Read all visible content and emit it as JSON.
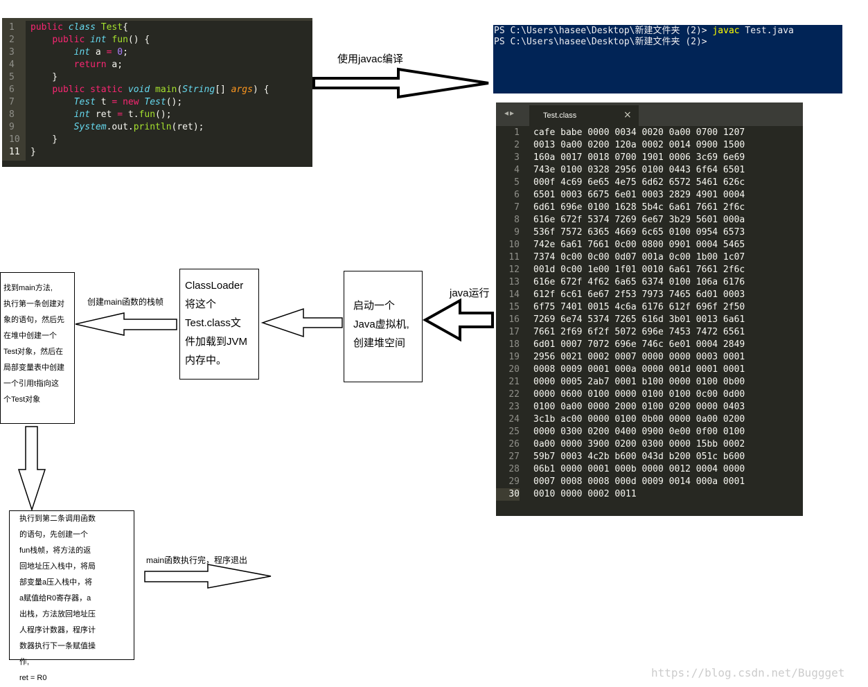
{
  "code": {
    "lines": [
      {
        "n": "1",
        "html": "<span class=\"kw\">public</span> <span class=\"ty\">class</span> <span class=\"fn\">Test</span>{"
      },
      {
        "n": "2",
        "html": "    <span class=\"kw\">public</span> <span class=\"ty\">int</span> <span class=\"fn\">fun</span>() {"
      },
      {
        "n": "3",
        "html": "        <span class=\"ty\">int</span> a <span class=\"kw\">=</span> <span class=\"num\">0</span>;"
      },
      {
        "n": "4",
        "html": "        <span class=\"kw\">return</span> a;"
      },
      {
        "n": "5",
        "html": "    }"
      },
      {
        "n": "6",
        "html": "    <span class=\"kw\">public</span> <span class=\"kw\">static</span> <span class=\"ty\">void</span> <span class=\"fn\">main</span>(<span class=\"ty\">String</span>[] <span class=\"arg\">args</span>) {"
      },
      {
        "n": "7",
        "html": "        <span class=\"ty\">Test</span> t <span class=\"kw\">=</span> <span class=\"kw\">new</span> <span class=\"ty\">Test</span>();"
      },
      {
        "n": "8",
        "html": "        <span class=\"ty\">int</span> ret <span class=\"kw\">=</span> t.<span class=\"fn\">fun</span>();"
      },
      {
        "n": "9",
        "html": "        <span class=\"ty\">System</span>.out.<span class=\"fn\">println</span>(ret);"
      },
      {
        "n": "10",
        "html": "    }"
      },
      {
        "n": "11",
        "html": "}"
      }
    ],
    "current_line": "11"
  },
  "powershell": {
    "line1_prompt": "PS C:\\Users\\hasee\\Desktop\\新建文件夹 (2)> ",
    "line1_cmd": "javac",
    "line1_arg": " Test.java",
    "line2_prompt": "PS C:\\Users\\hasee\\Desktop\\新建文件夹 (2)>"
  },
  "hex_editor": {
    "tab_title": "Test.class",
    "tab_close": "×",
    "nav_arrows": "◂▸",
    "current_line": "30",
    "rows": [
      "cafe babe 0000 0034 0020 0a00 0700 1207",
      "0013 0a00 0200 120a 0002 0014 0900 1500",
      "160a 0017 0018 0700 1901 0006 3c69 6e69",
      "743e 0100 0328 2956 0100 0443 6f64 6501",
      "000f 4c69 6e65 4e75 6d62 6572 5461 626c",
      "6501 0003 6675 6e01 0003 2829 4901 0004",
      "6d61 696e 0100 1628 5b4c 6a61 7661 2f6c",
      "616e 672f 5374 7269 6e67 3b29 5601 000a",
      "536f 7572 6365 4669 6c65 0100 0954 6573",
      "742e 6a61 7661 0c00 0800 0901 0004 5465",
      "7374 0c00 0c00 0d07 001a 0c00 1b00 1c07",
      "001d 0c00 1e00 1f01 0010 6a61 7661 2f6c",
      "616e 672f 4f62 6a65 6374 0100 106a 6176",
      "612f 6c61 6e67 2f53 7973 7465 6d01 0003",
      "6f75 7401 0015 4c6a 6176 612f 696f 2f50",
      "7269 6e74 5374 7265 616d 3b01 0013 6a61",
      "7661 2f69 6f2f 5072 696e 7453 7472 6561",
      "6d01 0007 7072 696e 746c 6e01 0004 2849",
      "2956 0021 0002 0007 0000 0000 0003 0001",
      "0008 0009 0001 000a 0000 001d 0001 0001",
      "0000 0005 2ab7 0001 b100 0000 0100 0b00",
      "0000 0600 0100 0000 0100 0100 0c00 0d00",
      "0100 0a00 0000 2000 0100 0200 0000 0403",
      "3c1b ac00 0000 0100 0b00 0000 0a00 0200",
      "0000 0300 0200 0400 0900 0e00 0f00 0100",
      "0a00 0000 3900 0200 0300 0000 15bb 0002",
      "59b7 0003 4c2b b600 043d b200 051c b600",
      "06b1 0000 0001 000b 0000 0012 0004 0000",
      "0007 0008 0008 000d 0009 0014 000a 0001",
      "0010 0000 0002 0011"
    ]
  },
  "labels": {
    "compile": "使用javac编译",
    "run": "java运行",
    "create_frame": "创建main函数的栈帧",
    "main_exit": "main函数执行完，程序退出"
  },
  "boxes": {
    "jvm": [
      "启动一个",
      "Java虚拟机,",
      "创建堆空间"
    ],
    "classloader": [
      "ClassLoader",
      "将这个",
      "Test.class文",
      "件加载到JVM",
      "内存中。"
    ],
    "find_main": [
      "找到main方法,",
      "执行第一条创建对",
      "象的语句，然后先",
      "在堆中创建一个",
      "Test对象，然后在",
      "局部变量表中创建",
      "一个引用t指向这",
      "个Test对象"
    ],
    "call_fun": [
      "执行到第二条调用函数",
      "的语句，先创建一个",
      "fun栈帧，将方法的返",
      "回地址压入栈中，将局",
      "部变量a压入栈中，将",
      "a赋值给R0寄存器，a",
      "出栈，方法放回地址压",
      "人程序计数器，程序计",
      "数器执行下一条赋值操",
      "作,",
      "ret = R0"
    ]
  },
  "watermark": "https://blog.csdn.net/Buggget",
  "colors": {
    "editor_bg": "#272822",
    "powershell_bg": "#012456",
    "keyword": "#f92672",
    "type": "#66d9ef",
    "function": "#a6e22e"
  }
}
